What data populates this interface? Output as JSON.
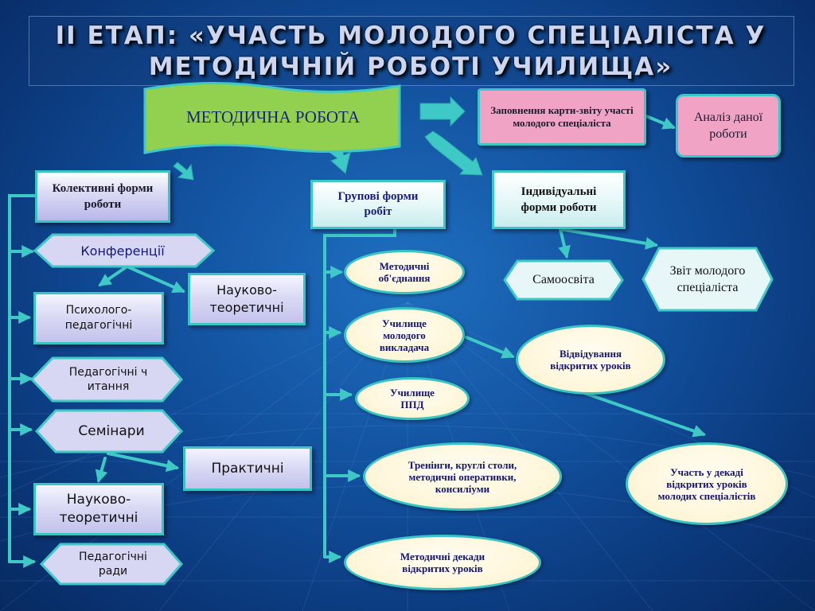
{
  "title": {
    "line1": "ІІ ЕТАП: «УЧАСТЬ МОЛОДОГО СПЕЦІАЛІСТА У",
    "line2": "МЕТОДИЧНІЙ РОБОТІ УЧИЛИЩА»"
  },
  "colors": {
    "accent_teal": "#38c4c2",
    "banner_green": "#92d050",
    "pink": "#f1a3c6",
    "lavender": "#c3c2ec",
    "ellipse_fill": "#fff7dc",
    "ellipse_text": "#14166e"
  },
  "main": {
    "label": "МЕТОДИЧНА РОБОТА"
  },
  "top_right": {
    "card_fill": "Заповнення карти-звіту участі молодого спеціаліста",
    "analysis": "Аналіз даної роботи"
  },
  "collective": {
    "header": "Колективні форми роботи",
    "items": {
      "conferences": "Конференції",
      "sci_theor_1": "Науково-теоретичні",
      "psych_ped": "Психолого-педагогічні",
      "ped_readings": "Педагогічні читання",
      "seminars": "Семінари",
      "practical": "Практичні",
      "sci_theor_2": "Науково-теоретичні",
      "ped_councils": "Педагогічні ради"
    }
  },
  "group": {
    "header": "Групові форми робіт",
    "items": {
      "method_unions": "Методичні об'єднання",
      "young_teacher_school": "Училище молодого викладача",
      "ppd_school": "Училище ППД",
      "trainings": "Тренінги, круглі столи, методичні оперативки, консиліуми",
      "method_decades": "Методичні декади відкритих уроків"
    }
  },
  "individual": {
    "header": "Індивідуальні форми роботи",
    "items": {
      "self_education": "Самоосвіта",
      "report": "Звіт молодого спеціаліста",
      "visiting": "Відвідування відкритих уроків",
      "decade_participation": "Участь у декаді відкритих уроків молодих спеціалістів"
    }
  }
}
